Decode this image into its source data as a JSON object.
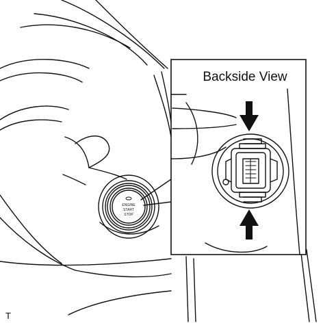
{
  "inset": {
    "title": "Backside View"
  },
  "button": {
    "line1": "ENGINE",
    "line2": "START",
    "line3": "STOP"
  },
  "corner_label": "T"
}
